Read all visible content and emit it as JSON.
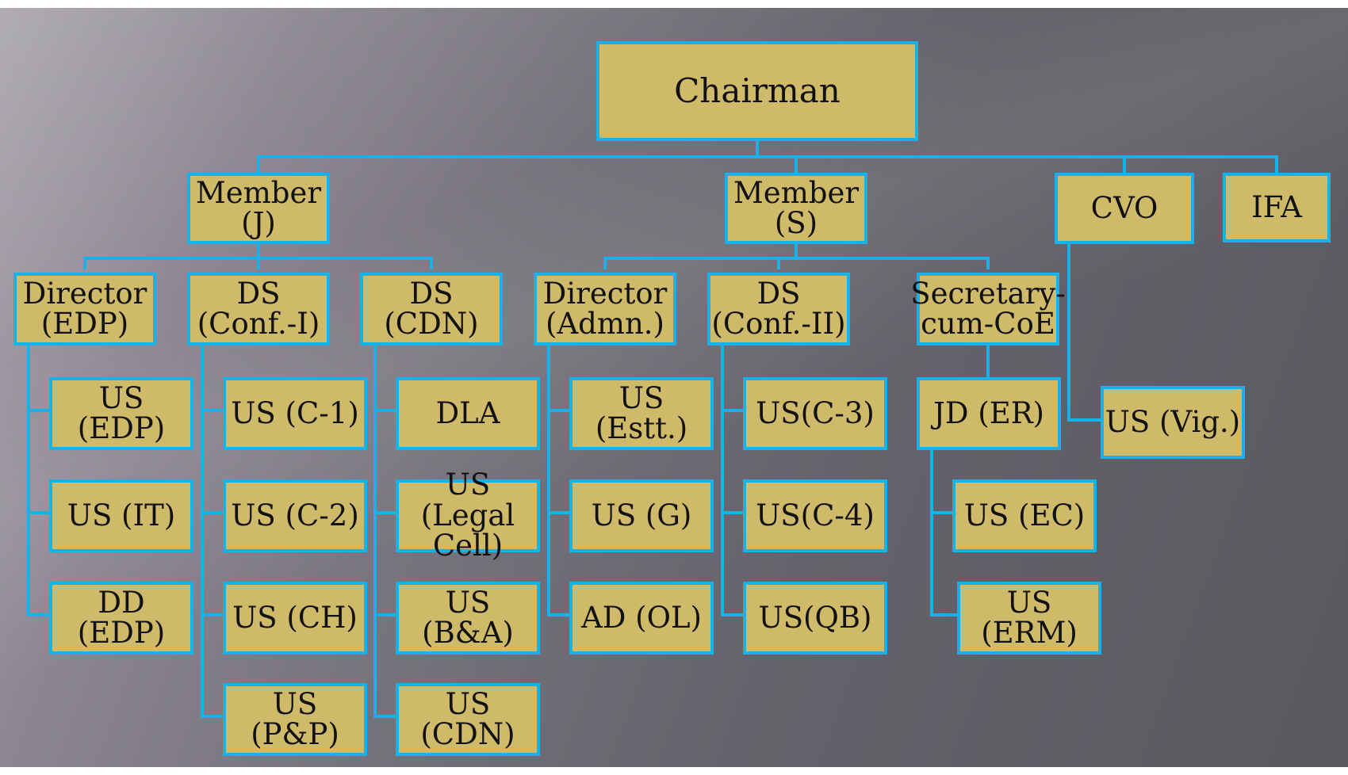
{
  "org_chart": {
    "chairman": "Chairman",
    "member_j": "Member\n(J)",
    "member_s": "Member\n(S)",
    "cvo": "CVO",
    "ifa": "IFA",
    "director_edp": "Director\n(EDP)",
    "ds_conf_1": "DS\n(Conf.-I)",
    "ds_cdn": "DS (CDN)",
    "director_admn": "Director\n(Admn.)",
    "ds_conf_2": "DS\n(Conf.-II)",
    "secretary_coe": "Secretary-\ncum-CoE",
    "us_edp": "US (EDP)",
    "us_it": "US (IT)",
    "dd_edp": "DD (EDP)",
    "us_c1": "US (C-1)",
    "us_c2": "US (C-2)",
    "us_ch": "US (CH)",
    "us_pp": "US (P&P)",
    "dla": "DLA",
    "us_legal": "US (Legal\nCell)",
    "us_ba": "US (B&A)",
    "us_cdn": "US (CDN)",
    "us_estt": "US (Estt.)",
    "us_g": "US (G)",
    "ad_ol": "AD (OL)",
    "us_c3": "US(C-3)",
    "us_c4": "US(C-4)",
    "us_qb": "US(QB)",
    "jd_er": "JD (ER)",
    "us_ec": "US (EC)",
    "us_erm": "US (ERM)",
    "us_vig": "US (Vig.)"
  },
  "colors": {
    "box_fill": "#cfba69",
    "connector": "#19b2e8",
    "text": "#111111"
  }
}
